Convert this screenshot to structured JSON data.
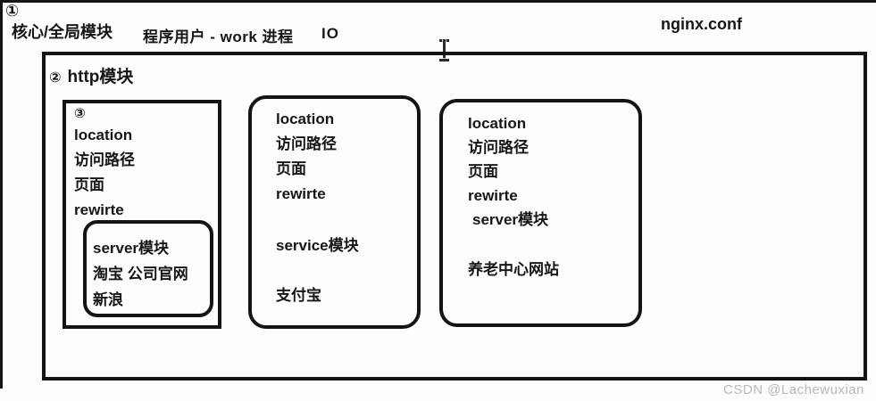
{
  "colors": {
    "ink": "#141414",
    "background": "#fdfdfd",
    "watermark": "#b9b9b9"
  },
  "header": {
    "step1_badge": "①",
    "core_global_label": "核心/全局模块",
    "process_label": "程序用户 -  work 进程",
    "io_label": "IO",
    "config_file_label": "nginx.conf"
  },
  "http_module": {
    "step2_badge": "②",
    "title": "http模块",
    "boxes": [
      {
        "step_badge": "③",
        "lines": [
          "location",
          "访问路径",
          "页面",
          "rewirte"
        ],
        "nested": {
          "lines": [
            "server模块",
            "淘宝  公司官网",
            "新浪"
          ]
        }
      },
      {
        "lines": [
          "location",
          "访问路径",
          "页面",
          "rewirte"
        ],
        "module_label": "service模块",
        "site_label": "支付宝"
      },
      {
        "lines": [
          "location",
          "访问路径",
          "页面",
          "rewirte"
        ],
        "module_label": "server模块",
        "site_label": "养老中心网站"
      }
    ]
  },
  "cursor": {
    "type": "text-ibeam"
  },
  "watermark": "CSDN @Lachewuxian"
}
